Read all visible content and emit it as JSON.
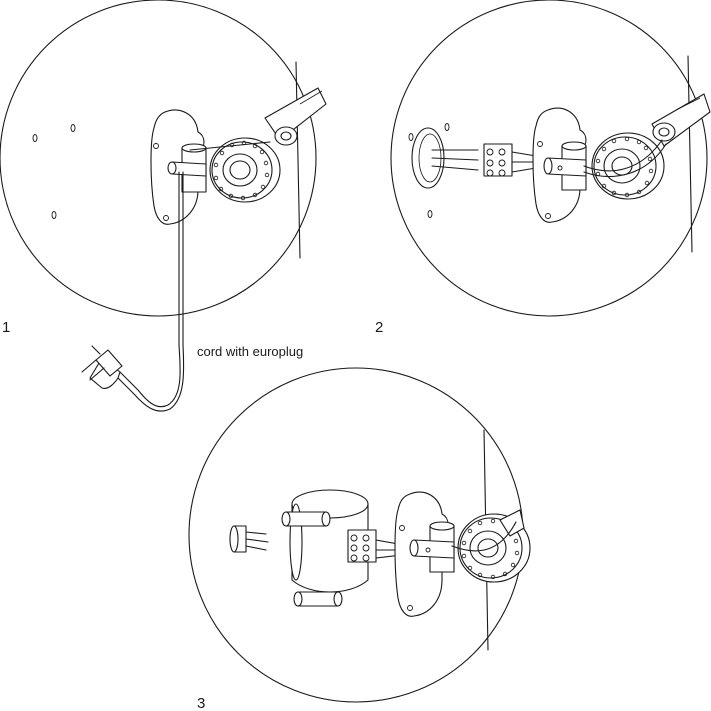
{
  "steps": [
    {
      "number": "1"
    },
    {
      "number": "2"
    },
    {
      "number": "3"
    }
  ],
  "annotations": {
    "cord_label": "cord with europlug"
  },
  "colors": {
    "line": "#1a1a1a",
    "background": "#ffffff"
  }
}
